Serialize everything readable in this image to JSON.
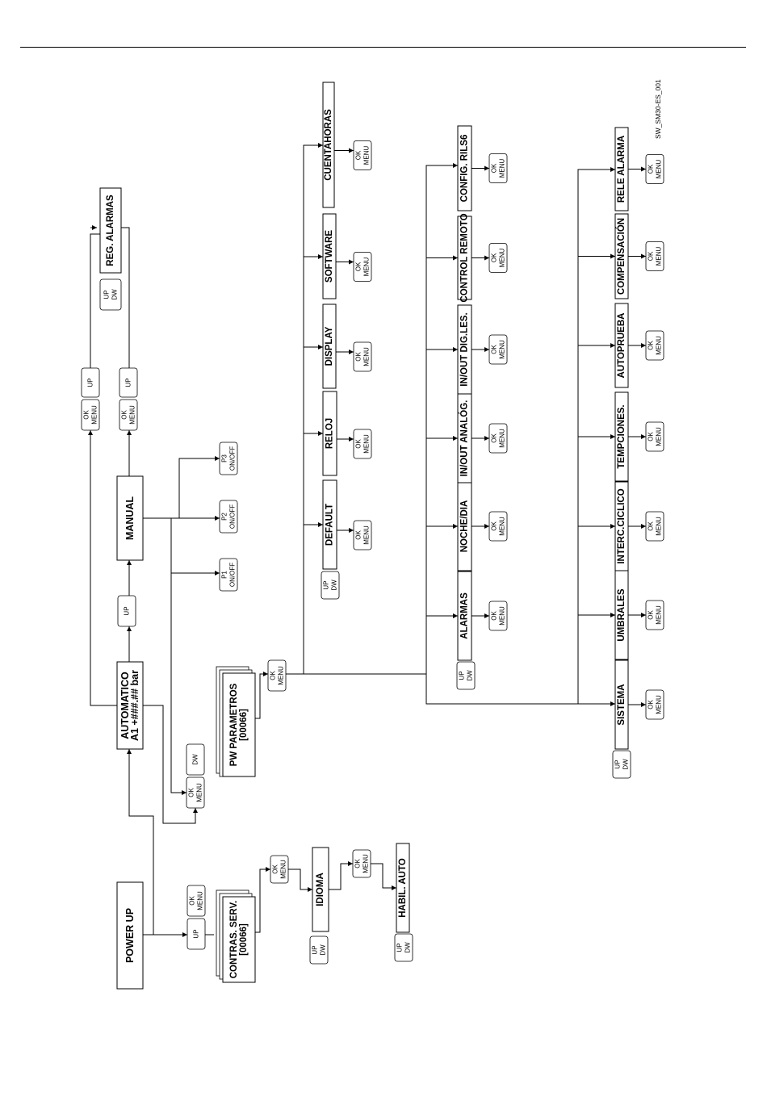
{
  "doc_ref": "SW_SM30-ES_001",
  "buttons": {
    "ok": "OK",
    "menu": "MENU",
    "up": "UP",
    "dw": "DW",
    "on_off": "ON/OFF"
  },
  "nodes": {
    "power_up": "POWER UP",
    "contras_serv": "CONTRAS. SERV.",
    "contras_code": "[00066]",
    "idioma": "IDIOMA",
    "habil_auto": "HABIL. AUTO",
    "automatico": "AUTOMATICO",
    "automatico_value": "A1 +###.## bar",
    "manual": "MANUAL",
    "p1": "P1",
    "p2": "P2",
    "p3": "P3",
    "reg_alarmas": "REG.   ALARMAS",
    "pw_parametros": "PW PARAMETROS",
    "pw_code": "[00066]"
  },
  "menu_row1": [
    "DEFAULT",
    "RELOJ",
    "DISPLAY",
    "SOFTWARE",
    "CUENTAHORAS"
  ],
  "menu_row2": [
    "ALARMAS",
    "NOCHE/DIA",
    "IN/OUT ANALÓG.",
    "IN/OUT DIG.LES.",
    "CONTROL REMOTO",
    "CONFIG. RILS6"
  ],
  "menu_row3": [
    "SISTEMA",
    "UMBRALES",
    "INTERC.CICLICO",
    "TEMPCIONES.",
    "AUTOPRUEBA",
    "COMPENSACIÓN",
    "RELE ALARMA"
  ]
}
